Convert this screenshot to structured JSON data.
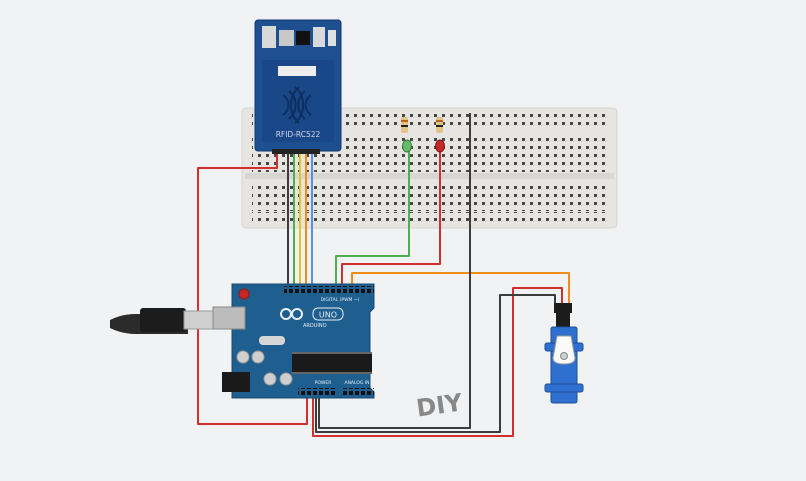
{
  "rfid": {
    "label": "RFID-RC522"
  },
  "arduino": {
    "brand": "ARDUINO",
    "model": "UNO",
    "digital_label": "DIGITAL (PWM ~)",
    "power_label": "POWER",
    "analog_label": "ANALOG IN"
  },
  "watermark": {
    "text": "DIY"
  },
  "colors": {
    "background": "#f1f2f4",
    "breadboard": "#e7e5e1",
    "rfid_board": "#1d4f91",
    "arduino_board": "#1f5f8f",
    "servo_body": "#2f6fd0",
    "wire_red": "#d32f2f",
    "wire_black": "#3c3c3c",
    "wire_green": "#4caf50",
    "wire_orange": "#f08c1a",
    "wire_yellow": "#e6c21a",
    "wire_blue": "#5b8fe0",
    "led_green": "#66bb6a",
    "led_red": "#c62828"
  }
}
